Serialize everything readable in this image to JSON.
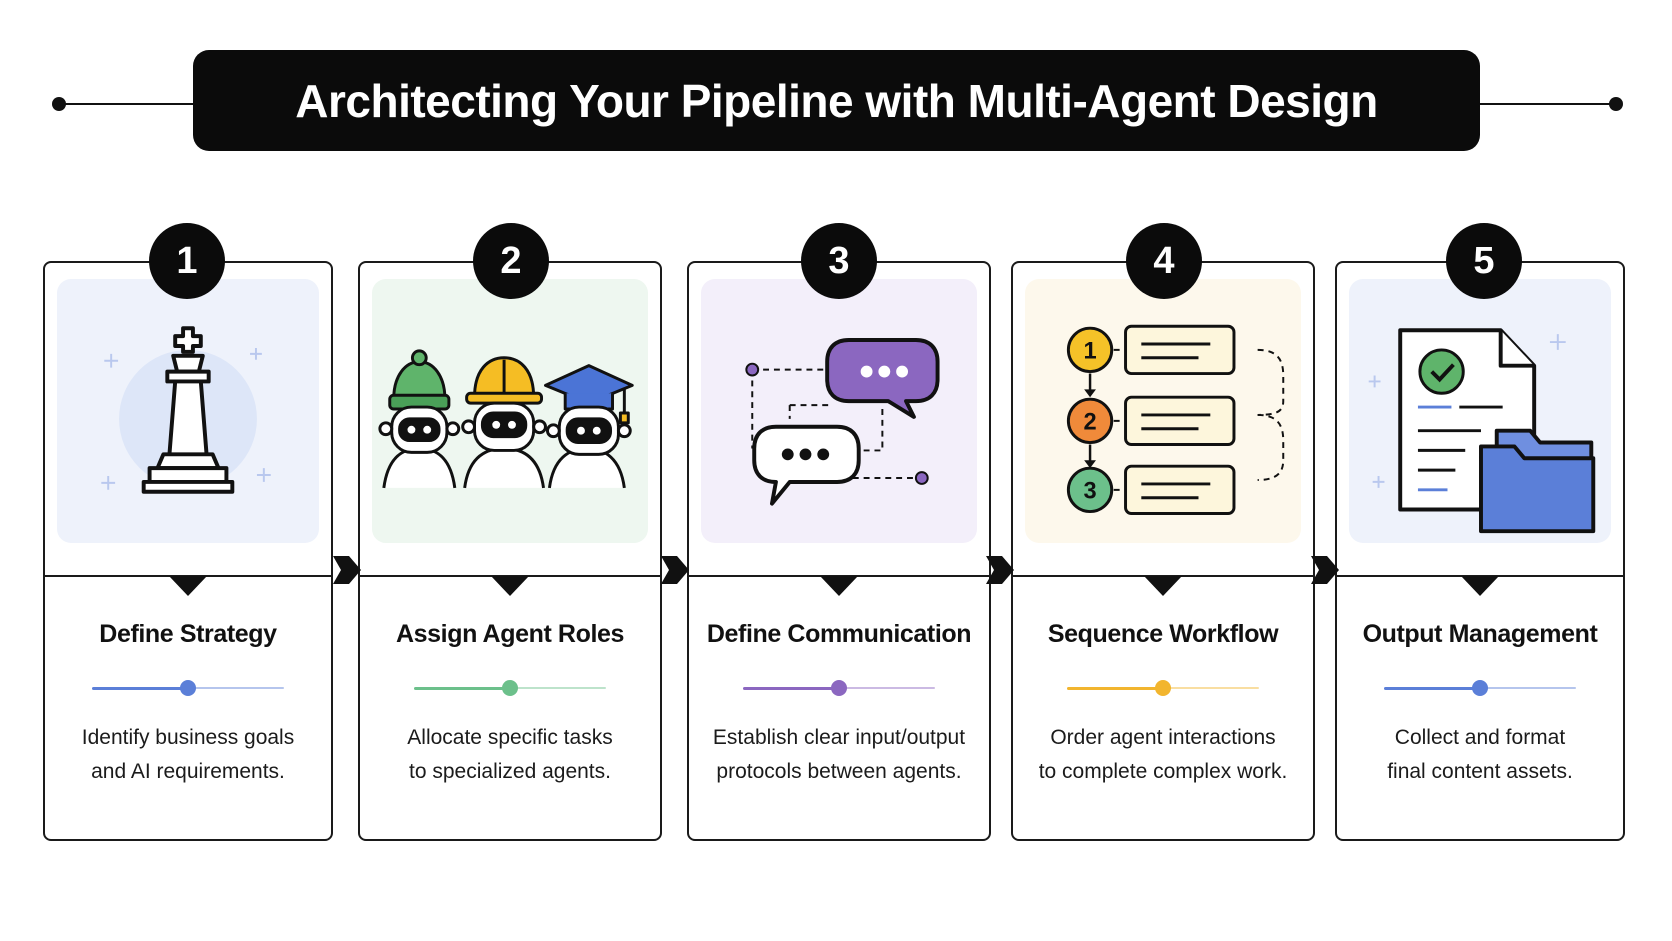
{
  "header": {
    "title": "Architecting Your Pipeline with Multi-Agent Design"
  },
  "steps": [
    {
      "number": "1",
      "title": "Define Strategy",
      "desc_line1": "Identify business goals",
      "desc_line2": "and AI requirements.",
      "icon": "chess-king-icon",
      "accent": "#5b7fd8",
      "panel_bg": "#eef2fb"
    },
    {
      "number": "2",
      "title": "Assign Agent Roles",
      "desc_line1": "Allocate specific tasks",
      "desc_line2": "to specialized agents.",
      "icon": "robot-agents-icon",
      "accent": "#6cc08b",
      "panel_bg": "#eef7f0"
    },
    {
      "number": "3",
      "title": "Define Communication",
      "desc_line1": "Establish clear input/output",
      "desc_line2": "protocols between agents.",
      "icon": "chat-bubbles-icon",
      "accent": "#8b67c0",
      "panel_bg": "#f3effa"
    },
    {
      "number": "4",
      "title": "Sequence Workflow",
      "desc_line1": "Order agent interactions",
      "desc_line2": "to complete complex work.",
      "icon": "ordered-workflow-icon",
      "accent": "#f2b52e",
      "panel_bg": "#fdf8ec"
    },
    {
      "number": "5",
      "title": "Output Management",
      "desc_line1": "Collect and format",
      "desc_line2": "final content assets.",
      "icon": "document-folder-icon",
      "accent": "#5b7fd8",
      "panel_bg": "#eef2fb"
    }
  ]
}
